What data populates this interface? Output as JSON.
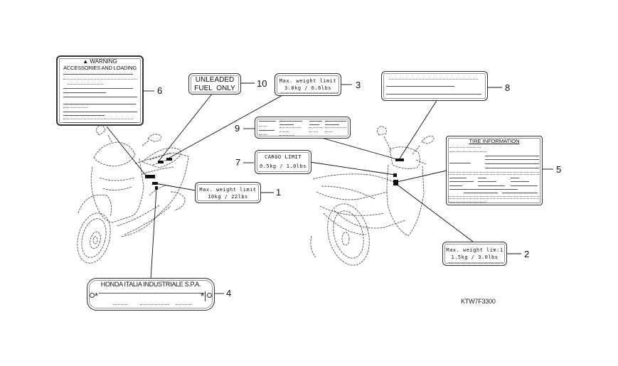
{
  "diagram": {
    "part_code": "KTW7F3300",
    "colors": {
      "ink": "#111111",
      "line": "#333333",
      "background": "#ffffff"
    }
  },
  "labels": [
    {
      "callout": "1",
      "name": "max-weight-label-front",
      "lines": [
        "Max. weight limit",
        "10kg  / 22lbs"
      ]
    },
    {
      "callout": "2",
      "name": "max-weight-label-rear",
      "lines": [
        "Max. weight lim:1",
        "1.5kg  / 3.0lbs"
      ]
    },
    {
      "callout": "3",
      "name": "max-weight-label-seat",
      "lines": [
        "Max. weight limit",
        "3.0kg  / 6.6lbs"
      ]
    },
    {
      "callout": "4",
      "name": "manufacturer-plate",
      "lines": [
        "HONDA ITALIA INDUSTRIALE S.P.A.",
        "*",
        "*"
      ]
    },
    {
      "callout": "5",
      "name": "tire-information-label",
      "lines": [
        "TIRE INFORMATION"
      ]
    },
    {
      "callout": "6",
      "name": "warning-label",
      "lines": [
        "WARNING",
        "ACCESSORIES AND LOADING"
      ],
      "icon": "warning-triangle-icon"
    },
    {
      "callout": "7",
      "name": "cargo-limit-label",
      "lines": [
        "CARGO LIMIT",
        "0.5kg  /  1.0lbs"
      ]
    },
    {
      "callout": "8",
      "name": "blank-label",
      "lines": []
    },
    {
      "callout": "9",
      "name": "multi-column-label",
      "lines": []
    },
    {
      "callout": "10",
      "name": "unleaded-fuel-label",
      "lines": [
        "UNLEADED",
        "FUEL  ONLY"
      ]
    }
  ]
}
